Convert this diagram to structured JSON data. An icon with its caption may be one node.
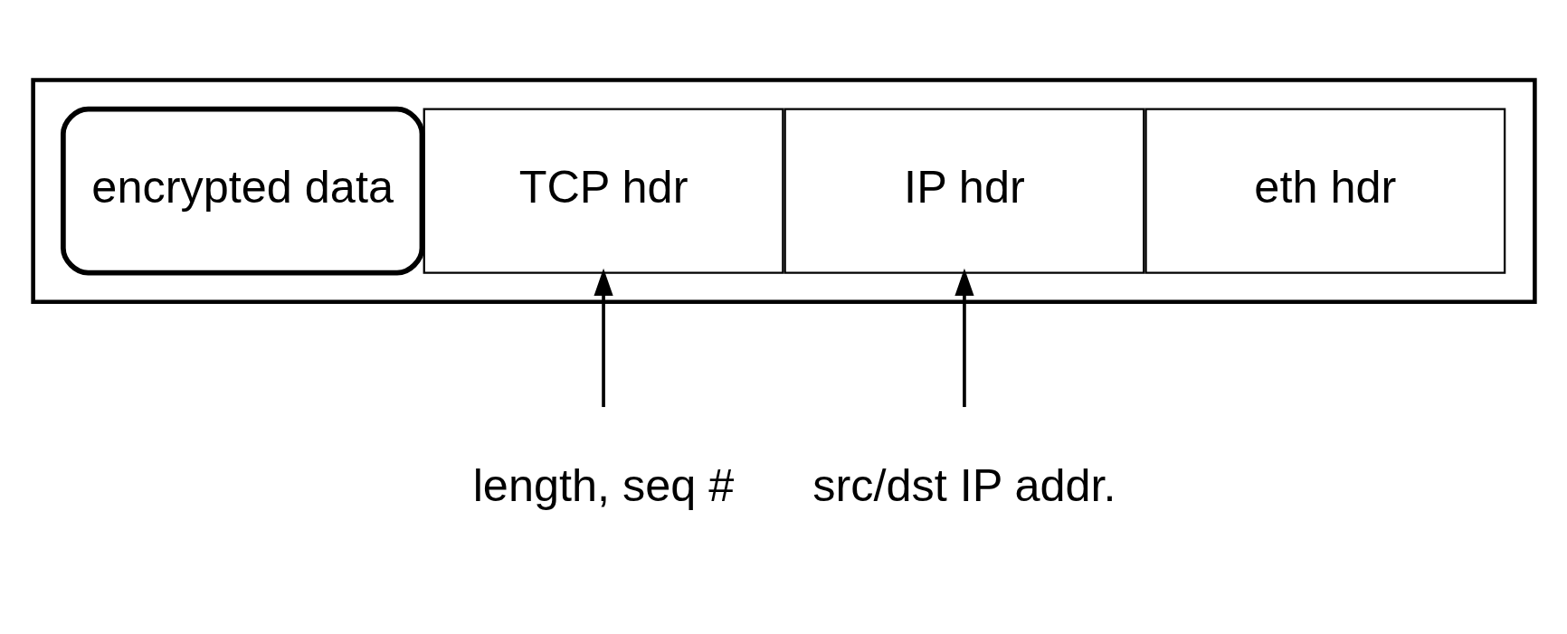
{
  "diagram": {
    "nodes": [
      {
        "text": [],
        "shape": "box"
      },
      {
        "text": [
          "encrypted data"
        ],
        "in": 0
      },
      {
        "text": [
          "TCP hdr"
        ],
        "in": 0
      },
      {
        "text": [
          "IP hdr"
        ],
        "in": 0
      },
      {
        "text": [
          "eth hdr"
        ],
        "in": 0
      },
      {
        "text": [
          "length, seq #"
        ]
      },
      {
        "text": [
          "src/dst IP addr."
        ]
      }
    ],
    "edges": [
      {
        "from": 5,
        "to": 2,
        "arrow": "to"
      },
      {
        "from": 6,
        "to": 3,
        "arrow": "to"
      }
    ]
  }
}
